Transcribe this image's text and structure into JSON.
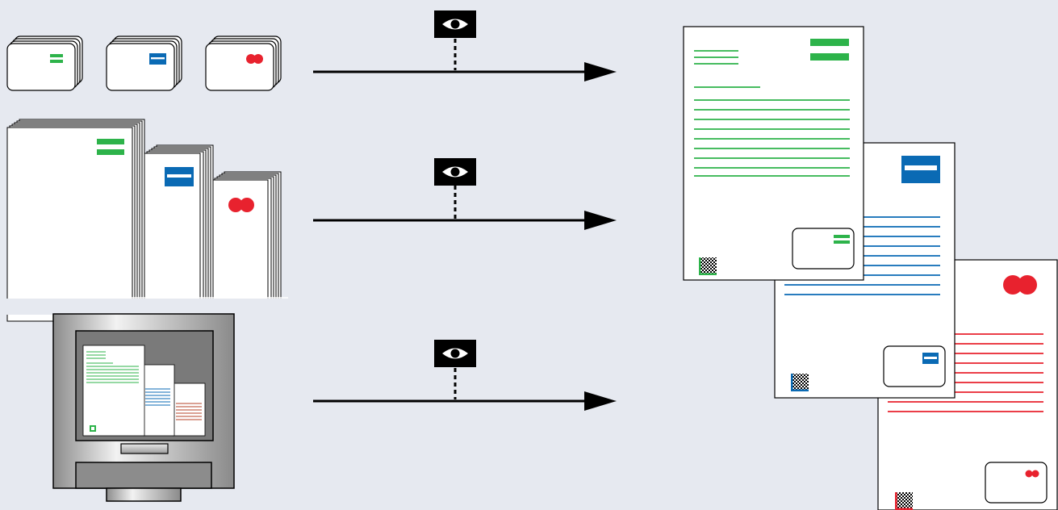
{
  "colors": {
    "background": "#e6e9f0",
    "green": "#2db34a",
    "blue": "#0a6ab4",
    "red": "#e8222e",
    "ink": "#000000",
    "paper": "#ffffff"
  },
  "icons": {
    "inspect": "eye-icon",
    "brand_a": "double-bar-icon",
    "brand_b": "framed-bar-icon",
    "brand_c": "double-circle-icon",
    "code": "data-matrix-icon",
    "input_device": "computer-monitor-icon",
    "flow": "arrow-right-icon"
  },
  "inputs": [
    {
      "name": "envelope-stacks",
      "brands": [
        "green",
        "blue",
        "red"
      ]
    },
    {
      "name": "letter-stacks",
      "brands": [
        "green",
        "blue",
        "red"
      ]
    },
    {
      "name": "monitor-documents",
      "brands": [
        "green",
        "blue",
        "red"
      ]
    }
  ],
  "outputs": [
    {
      "name": "green-letter",
      "brand": "green"
    },
    {
      "name": "blue-letter",
      "brand": "blue"
    },
    {
      "name": "red-letter",
      "brand": "red"
    }
  ]
}
